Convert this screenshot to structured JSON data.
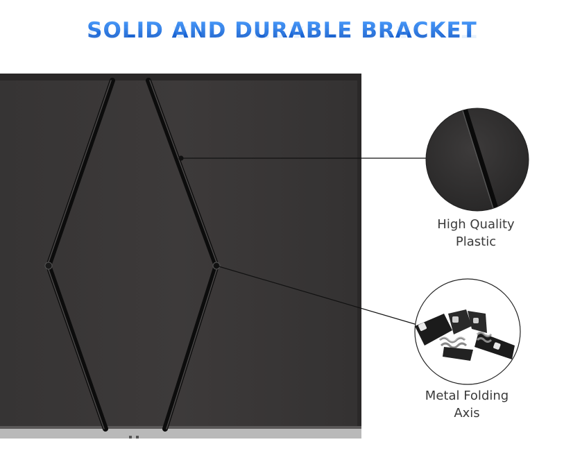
{
  "headline": "SOLID AND DURABLE BRACKET",
  "callouts": {
    "plastic": {
      "line1": "High Quality",
      "line2": "Plastic"
    },
    "metal": {
      "line1": "Metal Folding",
      "line2": "Axis"
    }
  },
  "colors": {
    "headline_blue": "#1f6fe0",
    "panel_dark": "#3a3838",
    "bracket_black": "#111111"
  }
}
